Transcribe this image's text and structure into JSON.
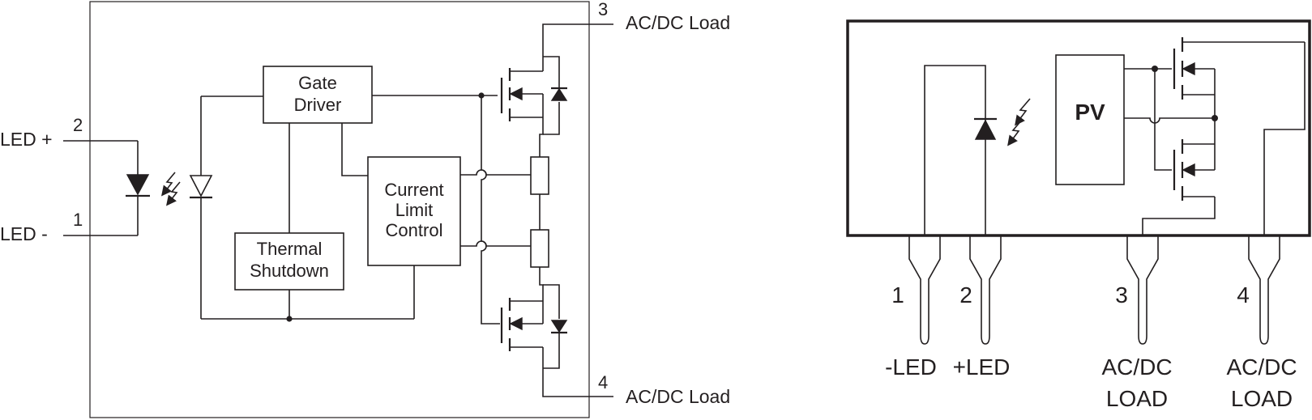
{
  "left_diagram": {
    "pins": {
      "pin1": "1",
      "pin2": "2",
      "pin3": "3",
      "pin4": "4"
    },
    "labels": {
      "led_plus": "LED +",
      "led_minus": "LED -",
      "load_top": "AC/DC Load",
      "load_bottom": "AC/DC Load"
    },
    "blocks": {
      "gate_driver": [
        "Gate",
        "Driver"
      ],
      "current_limit": [
        "Current",
        "Limit",
        "Control"
      ],
      "thermal_shutdown": [
        "Thermal",
        "Shutdown"
      ]
    }
  },
  "right_diagram": {
    "pv_label": "PV",
    "pins": [
      {
        "number": "1",
        "label_lines": [
          "-LED"
        ]
      },
      {
        "number": "2",
        "label_lines": [
          "+LED"
        ]
      },
      {
        "number": "3",
        "label_lines": [
          "AC/DC",
          "LOAD"
        ]
      },
      {
        "number": "4",
        "label_lines": [
          "AC/DC",
          "LOAD"
        ]
      }
    ]
  }
}
